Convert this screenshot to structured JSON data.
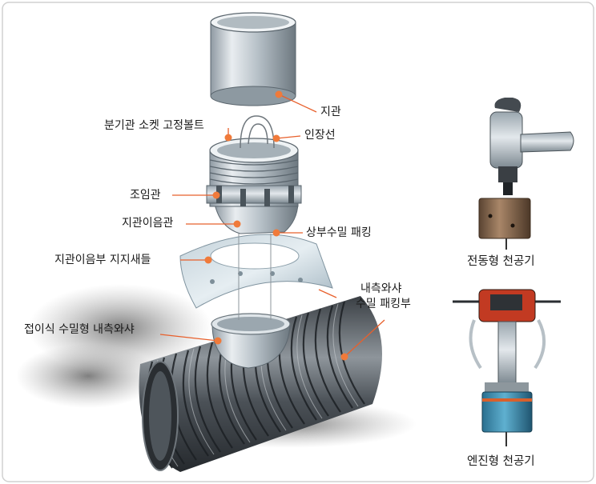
{
  "labels": {
    "branch_pipe": "지관",
    "socket_bolt": "분기관 소켓 고정볼트",
    "pull_wire": "인장선",
    "tightening_pipe": "조임관",
    "branch_joint_pipe": "지관이음관",
    "upper_seal_packing": "상부수밀 패킹",
    "support_saddle": "지관이음부 지지새들",
    "inner_washer_seal_line1": "내측와샤",
    "inner_washer_seal_line2": "수밀 패킹부",
    "folding_inner_washer": "접이식 수밀형 내측와샤",
    "electric_drill": "전동형 천공기",
    "engine_drill": "엔진형 천공기"
  },
  "colors": {
    "leader_line": "#e8602c",
    "leader_dot": "#f07a3a",
    "border": "#d0d0d0"
  }
}
